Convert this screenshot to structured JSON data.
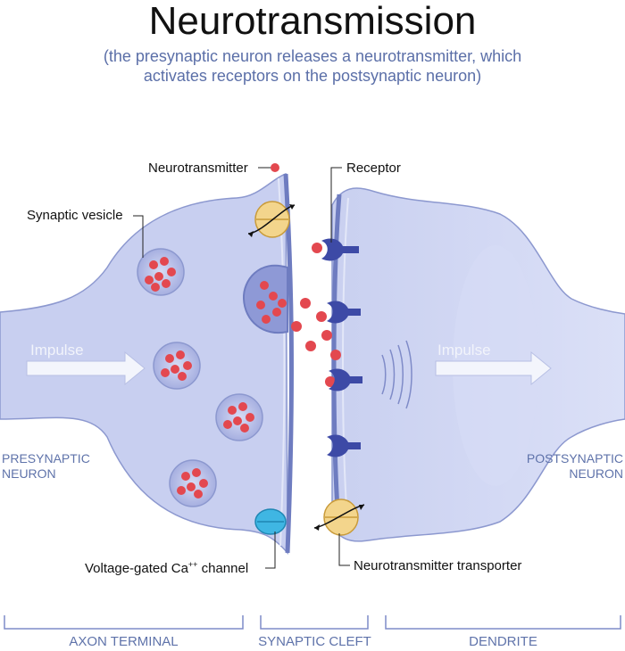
{
  "title": "Neurotransmission",
  "subtitle": {
    "line1": "(the presynaptic neuron releases a neurotransmitter, which",
    "line2": "activates receptors on the postsynaptic neuron)"
  },
  "labels": {
    "neurotransmitter": "Neurotransmitter",
    "receptor": "Receptor",
    "synaptic_vesicle": "Synaptic vesicle",
    "voltage_channel_prefix": "Voltage-gated Ca",
    "voltage_channel_sup": "++",
    "voltage_channel_suffix": " channel",
    "transporter": "Neurotransmitter transporter"
  },
  "impulse": {
    "pre": "Impulse",
    "post": "Impulse"
  },
  "sides": {
    "presynaptic_line1": "PRESYNAPTIC",
    "presynaptic_line2": "NEURON",
    "postsynaptic_line1": "POSTSYNAPTIC",
    "postsynaptic_line2": "NEURON"
  },
  "footer": {
    "axon_terminal": "AXON TERMINAL",
    "synaptic_cleft": "SYNAPTIC CLEFT",
    "dendrite": "DENDRITE"
  },
  "colors": {
    "neuron_fill": "#c9d0f0",
    "neuron_stroke": "#8c98cf",
    "membrane": "#6e7cc0",
    "molecule": "#e3484f",
    "receptor": "#3d4aa6",
    "transporter": "#f3d58c",
    "ca_channel": "#3fb6e3",
    "label_blue": "#5f73aa"
  }
}
